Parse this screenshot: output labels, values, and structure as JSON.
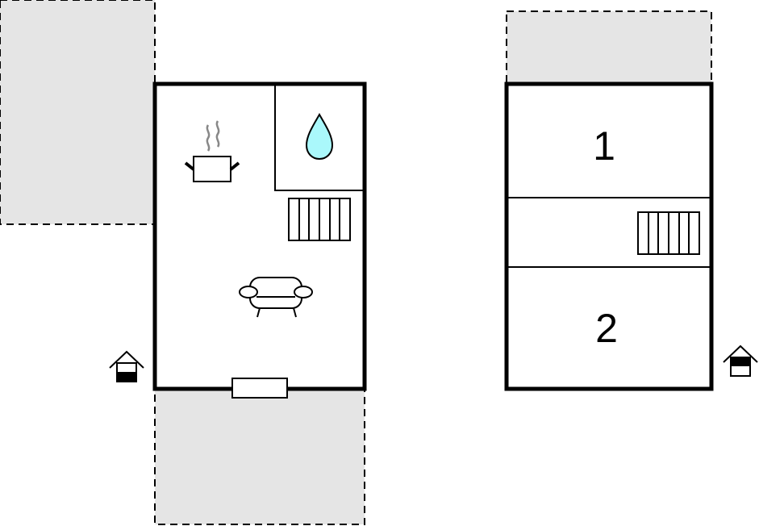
{
  "floor_plan": {
    "ground_floor": {
      "rooms": [
        "kitchen-living",
        "bathroom"
      ],
      "icons": [
        "cooking-pot-icon",
        "water-drop-icon",
        "staircase-icon",
        "sofa-icon",
        "entrance-house-icon"
      ],
      "terraces": 2
    },
    "upper_floor": {
      "bedroom_labels": [
        "1",
        "2"
      ],
      "icons": [
        "staircase-icon",
        "floor-level-house-icon"
      ],
      "terraces": 1
    },
    "colors": {
      "wall": "#000000",
      "terrace_fill": "#e5e5e5",
      "water": "#aaf8fb",
      "steam": "#888888"
    }
  }
}
